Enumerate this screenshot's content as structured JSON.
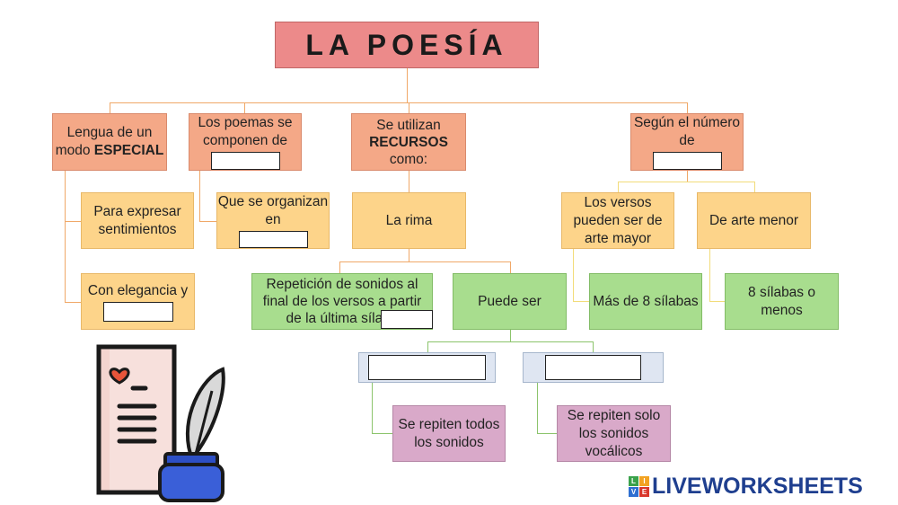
{
  "title": "LA POESÍA",
  "col1": {
    "header_prefix": "Lengua de un modo ",
    "header_bold": "ESPECIAL",
    "item1": "Para expresar sentimientos",
    "item2_prefix": "Con elegancia y"
  },
  "col2": {
    "header": "Los poemas se componen de",
    "item1": "Que se organizan en"
  },
  "col3": {
    "header_line1": "Se utilizan",
    "header_bold": "RECURSOS",
    "header_line3": "como:",
    "rima": "La rima",
    "repeticion": "Repetición de sonidos al final de los versos a partir de la última sílaba",
    "puede_ser": "Puede ser",
    "consonante": "Se repiten todos los sonidos",
    "asonante": "Se repiten solo los sonidos vocálicos"
  },
  "col4": {
    "header": "Según el número de",
    "arte_mayor": "Los versos pueden ser de arte mayor",
    "arte_menor": "De arte menor",
    "mas_de_8": "Más de 8 sílabas",
    "menos_8": "8 sílabas o menos"
  },
  "brand": {
    "text": "LIVEWORKSHEETS",
    "grid_letters": [
      "L",
      "I",
      "V",
      "E"
    ]
  },
  "colors": {
    "salmon": "#f4a887",
    "yellow": "#fdd48a",
    "green": "#a8dd8e",
    "purple": "#d9a9c9",
    "title": "#ec8a8a",
    "brand_blue": "#1f3f8f"
  },
  "icons": [
    "poem-scroll-icon",
    "quill-inkwell-icon"
  ]
}
